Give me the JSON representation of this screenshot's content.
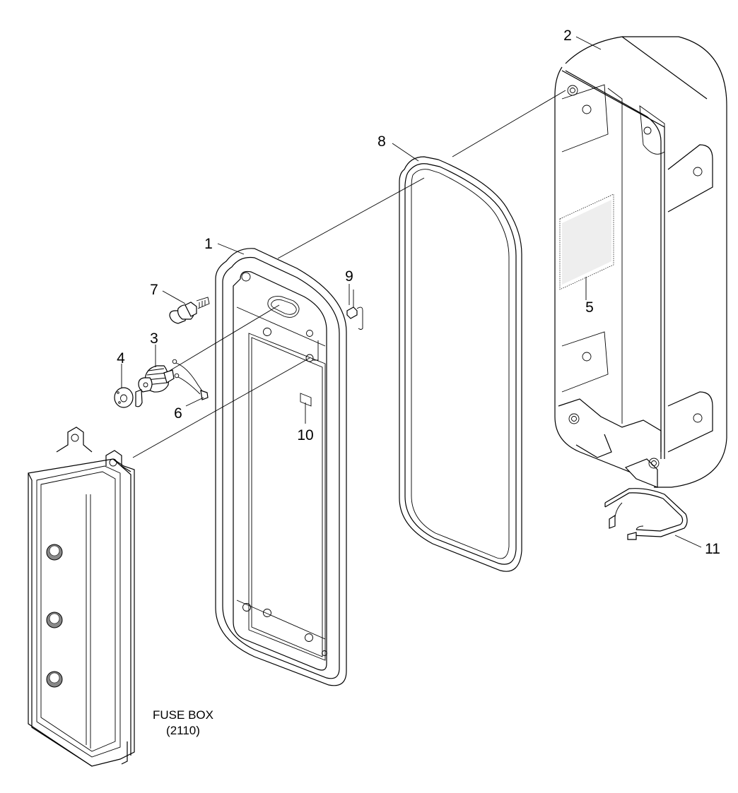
{
  "labels": {
    "p1": "1",
    "p2": "2",
    "p3": "3",
    "p4": "4",
    "p5": "5",
    "p6": "6",
    "p7": "7",
    "p8": "8",
    "p9": "9",
    "p10": "10",
    "p11": "11"
  },
  "caption": {
    "line1": "FUSE BOX",
    "line2": "(2110)"
  }
}
